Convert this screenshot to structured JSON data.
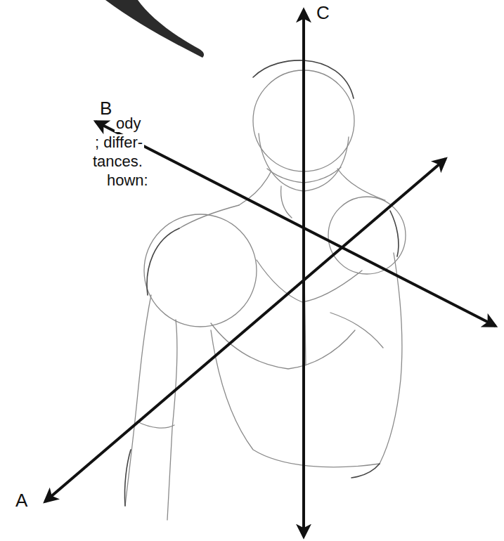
{
  "diagram": {
    "labels": [
      "C",
      "B",
      "ody",
      "; differ-",
      "tances.",
      "hown:",
      "A"
    ]
  }
}
